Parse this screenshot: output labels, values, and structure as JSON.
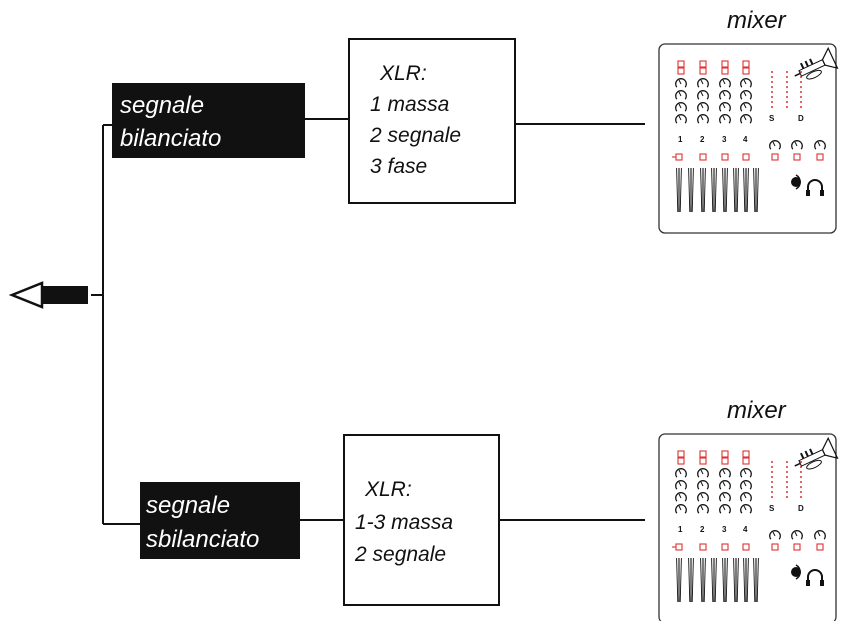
{
  "balanced": {
    "label_line1": "segnale",
    "label_line2": "bilanciato",
    "xlr_title": "XLR:",
    "xlr_lines": [
      "1 massa",
      "2 segnale",
      "3 fase"
    ],
    "mixer_label": "mixer"
  },
  "unbalanced": {
    "label_line1": "segnale",
    "label_line2": "sbilanciato",
    "xlr_title": "XLR:",
    "xlr_lines": [
      "1-3 massa",
      "2 segnale"
    ],
    "mixer_label": "mixer"
  },
  "mixer_panel": {
    "channel_numbers": [
      "1",
      "2",
      "3",
      "4"
    ],
    "meter_left": "S",
    "meter_right": "D"
  },
  "colors": {
    "black": "#111111",
    "accent_red": "#e03030",
    "panel_border": "#333333"
  },
  "icons": [
    "signal-arrow-icon",
    "trumpet-icon",
    "headphones-icon",
    "knob-icon",
    "fader-icon"
  ]
}
